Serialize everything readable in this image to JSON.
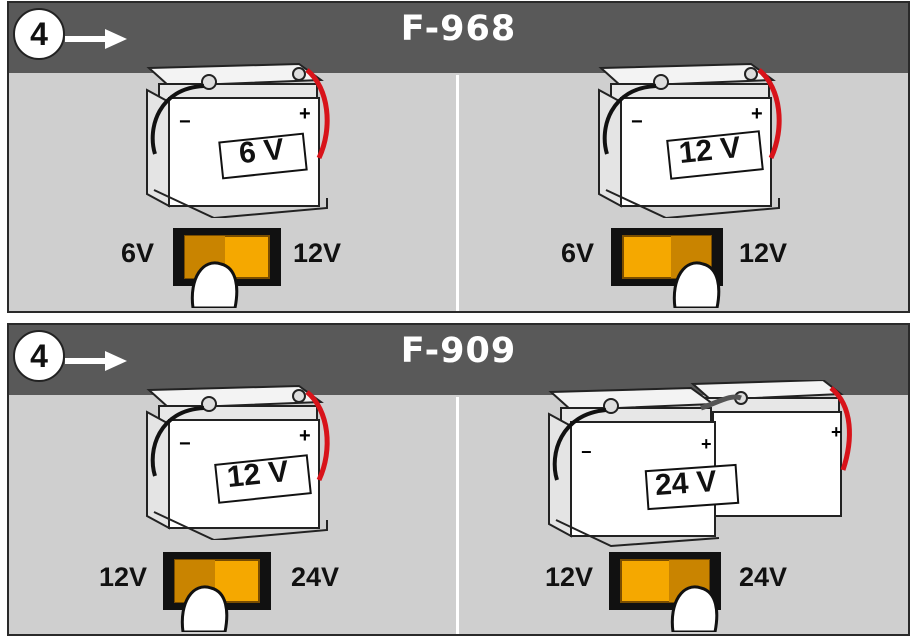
{
  "panels": [
    {
      "step": "4",
      "model": "F-968",
      "cells": [
        {
          "battery_label": "6 V",
          "left_label": "6V",
          "right_label": "12V",
          "pressed": "left",
          "type": "single"
        },
        {
          "battery_label": "12 V",
          "left_label": "6V",
          "right_label": "12V",
          "pressed": "right",
          "type": "single"
        }
      ]
    },
    {
      "step": "4",
      "model": "F-909",
      "cells": [
        {
          "battery_label": "12 V",
          "left_label": "12V",
          "right_label": "24V",
          "pressed": "left",
          "type": "single"
        },
        {
          "battery_label": "24 V",
          "left_label": "12V",
          "right_label": "24V",
          "pressed": "right",
          "type": "double"
        }
      ]
    }
  ],
  "colors": {
    "header": "#595959",
    "panel": "#cfcfcf",
    "switch": "#f5a800",
    "positive_wire": "#d8131a"
  },
  "icons": {
    "battery": "battery-icon",
    "switch": "rocker-switch-icon",
    "finger": "finger-icon",
    "arrow": "arrow-right-icon"
  }
}
